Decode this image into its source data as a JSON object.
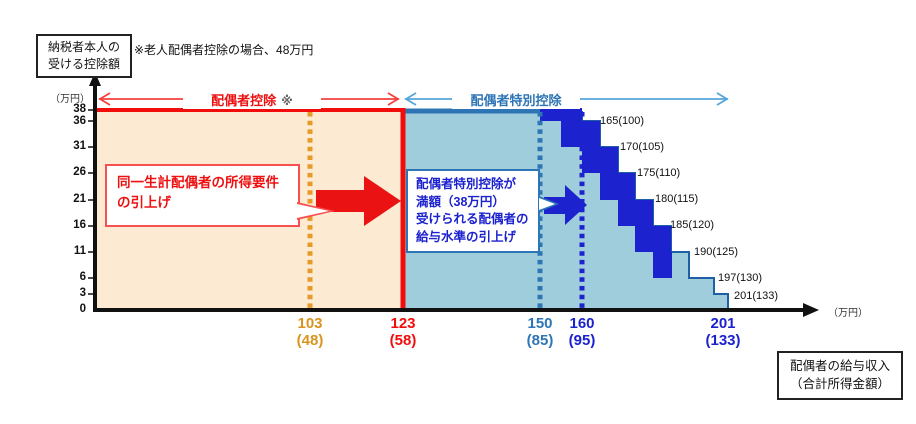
{
  "header": {
    "y_axis_title": "納税者本人の\n受ける控除額",
    "note": "※老人配偶者控除の場合、48万円"
  },
  "spans": {
    "spousal_deduction": "配偶者控除",
    "spousal_deduction_mark": "※",
    "special_spousal_deduction": "配偶者特別控除"
  },
  "callouts": {
    "red": "同一生計配偶者の所得要件\nの引上げ",
    "blue": "配偶者特別控除が\n満額（38万円）\n受けられる配偶者の\n給与水準の引上げ"
  },
  "axes": {
    "y_unit": "（万円）",
    "x_unit": "（万円）",
    "x_axis_caption": "配偶者の給与収入\n（合計所得金額）"
  },
  "chart_data": {
    "type": "area",
    "ylabel": "納税者本人の受ける控除額（万円）",
    "xlabel": "配偶者の給与収入（合計所得金額）（万円）",
    "ylim": [
      0,
      38
    ],
    "y_ticks": [
      "38",
      "36",
      "31",
      "26",
      "21",
      "16",
      "11",
      "6",
      "3",
      "0"
    ],
    "x_ticks": [
      {
        "label": "103",
        "sub": "(48)",
        "color": "#D8941F"
      },
      {
        "label": "123",
        "sub": "(58)",
        "color": "#F20D0D"
      },
      {
        "label": "150",
        "sub": "(85)",
        "color": "#2E75B6"
      },
      {
        "label": "160",
        "sub": "(95)",
        "color": "#1C22CE"
      },
      {
        "label": "201",
        "sub": "(133)",
        "color": "#1C22CE"
      }
    ],
    "step_labels": [
      "165(100)",
      "170(105)",
      "175(110)",
      "180(115)",
      "185(120)",
      "190(125)",
      "197(130)",
      "201(133)"
    ],
    "steps_after_reform": [
      {
        "deduction_10k_yen": 38,
        "salary_until": "160(95)"
      },
      {
        "deduction_10k_yen": 36,
        "salary_until": "165(100)"
      },
      {
        "deduction_10k_yen": 31,
        "salary_until": "170(105)"
      },
      {
        "deduction_10k_yen": 26,
        "salary_until": "175(110)"
      },
      {
        "deduction_10k_yen": 21,
        "salary_until": "180(115)"
      },
      {
        "deduction_10k_yen": 16,
        "salary_until": "185(120)"
      },
      {
        "deduction_10k_yen": 11,
        "salary_until": "190(125)"
      },
      {
        "deduction_10k_yen": 6,
        "salary_until": "197(130)"
      },
      {
        "deduction_10k_yen": 3,
        "salary_until": "201(133)"
      }
    ],
    "reform_shift": {
      "income_requirement": {
        "from": "103(48)",
        "to": "123(58)"
      },
      "full_special_deduction": {
        "from": "150(85)",
        "to": "160(95)"
      }
    },
    "legend_position": "none",
    "grid": false,
    "colors": {
      "spousal_deduction_area": "#FCEBD2",
      "special_deduction_area": "#9FCDDC",
      "shift_area": "#1C22CE",
      "threshold_red": "#F20D0D",
      "threshold_orange": "#E69A28",
      "medium_blue": "#2E75B6",
      "royal_blue": "#1C22CE"
    }
  }
}
